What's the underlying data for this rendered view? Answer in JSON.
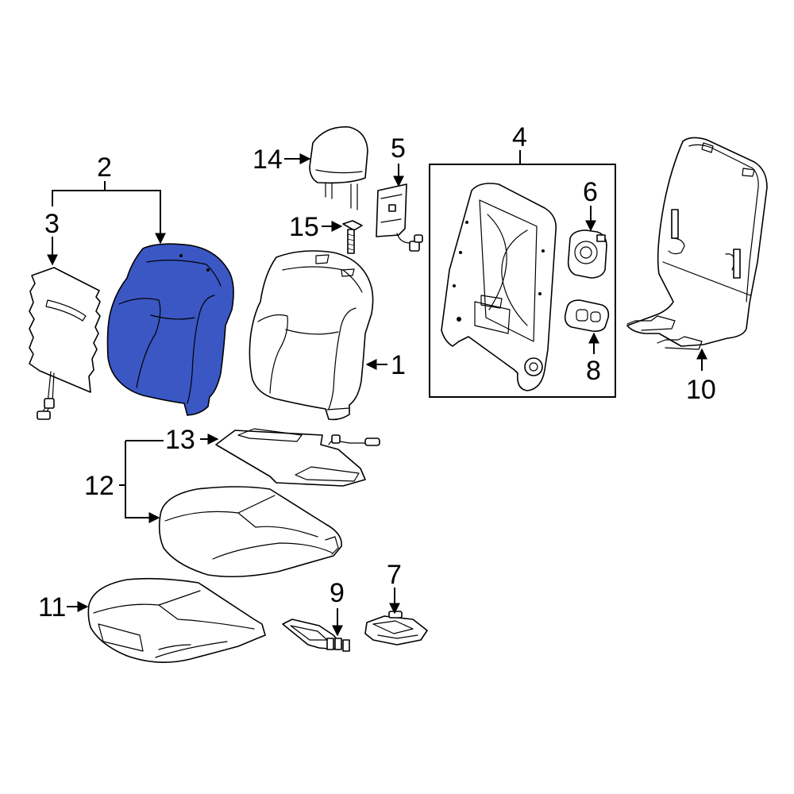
{
  "highlight_color": "#3a57c4",
  "callouts": {
    "c1": "1",
    "c2": "2",
    "c3": "3",
    "c4": "4",
    "c5": "5",
    "c6": "6",
    "c7": "7",
    "c8": "8",
    "c9": "9",
    "c10": "10",
    "c11": "11",
    "c12": "12",
    "c13": "13",
    "c14": "14",
    "c15": "15"
  }
}
